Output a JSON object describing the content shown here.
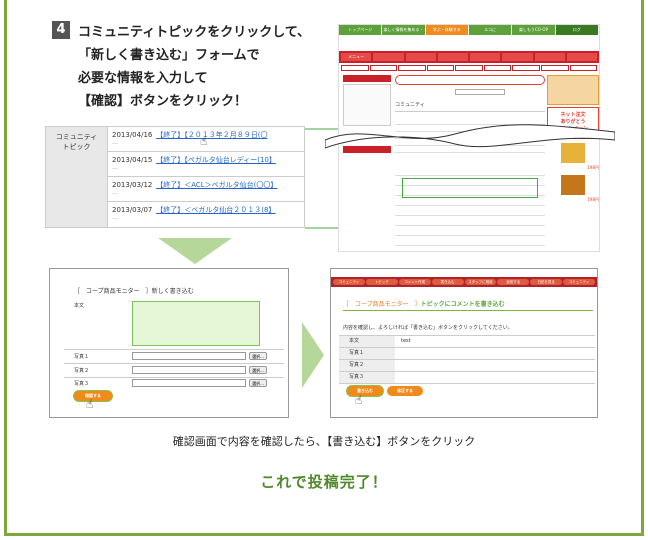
{
  "step": {
    "number": "4",
    "lines": [
      "コミュニティトピックをクリックして、",
      "「新しく書き込む」フォームで",
      "必要な情報を入力して",
      "【確認】ボタンをクリック！"
    ]
  },
  "topic_table": {
    "header": "コミュニティ\nトピック",
    "rows": [
      {
        "date": "2013/04/16",
        "link": "【終了】【２０１３年２月８９日(〇"
      },
      {
        "date": "2013/04/15",
        "link": "【終了】【ペガルタ仙台レディー(10】"
      },
      {
        "date": "2013/03/12",
        "link": "【終了】＜ACL＞ベガルタ仙台(〇〇】"
      },
      {
        "date": "2013/03/07",
        "link": "【終了】＜ベガルタ仙台２０１３(8】"
      }
    ],
    "dots": "…"
  },
  "site": {
    "nav": [
      "トップページ",
      "楽しく情報を集める・選ぶ",
      "学ぶ・体験する",
      "エコに",
      "楽しもうCO-OP",
      "ログ"
    ],
    "menu_label": "メニュー",
    "community": "コミュニティ",
    "ad_text": "ネット注文\nありがとう\nキャンペーン",
    "price": "198円"
  },
  "form_new": {
    "title": "［　コープ商品モニター　］新しく書き込む",
    "body_label": "本文",
    "photo_labels": [
      "写真１",
      "写真２",
      "写真３"
    ],
    "browse": "選択...",
    "confirm_btn": "確認する"
  },
  "form_confirm": {
    "tabs": [
      "コミュニティ",
      "トピック",
      "コメント作成",
      "書き込む",
      "スタッフに相談",
      "返信する",
      "日記を見る",
      "コミュニティ"
    ],
    "title_prefix": "［　コープ商品モニター　］",
    "title_suffix": "トピックにコメントを書き込む",
    "notice": "内容を確認し、よろしければ「書き込む」ボタンをクリックしてください。",
    "rows": [
      {
        "label": "本文",
        "value": "test"
      },
      {
        "label": "写真１",
        "value": ""
      },
      {
        "label": "写真２",
        "value": ""
      },
      {
        "label": "写真３",
        "value": ""
      }
    ],
    "write_btn": "書き込む",
    "edit_btn": "修正する"
  },
  "caption": "確認画面で内容を確認したら、【書き込む】ボタンをクリック",
  "done": "これで投稿完了！",
  "colors": {
    "frame_green": "#7fa83c",
    "accent_orange": "#f08a1a",
    "text_green": "#4f8a2a"
  }
}
